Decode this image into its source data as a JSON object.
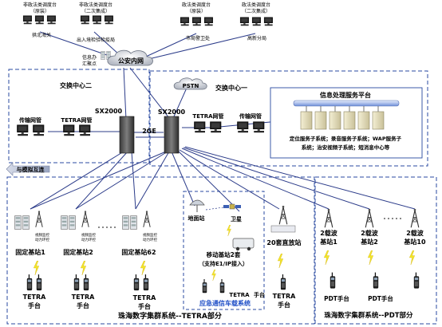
{
  "top_consoles": [
    {
      "line1": "非政法类调度台",
      "line2": "（原装）",
      "caption": "拱北海关"
    },
    {
      "line1": "非政法类调度台",
      "line2": "（二次集成）",
      "caption": "出入境检验检疫局"
    },
    {
      "line1": "政法类调度台",
      "line2": "（原装）",
      "caption": "市局警卫处"
    },
    {
      "line1": "政法类调度台",
      "line2": "（二次集成）",
      "caption": "高新分局"
    }
  ],
  "info_office": {
    "line1": "信息办",
    "line2": "汇聚点"
  },
  "police_net": "公安内网",
  "pstn": "PSTN",
  "exchange2": {
    "title": "交换中心二",
    "transport_nms": "传输网管",
    "tetra_nms": "TETRA网管",
    "switch": "SX2000"
  },
  "exchange1": {
    "title": "交换中心一",
    "switch": "SX2000",
    "tetra_nms": "TETRA网管",
    "transport_nms": "传输网管"
  },
  "link_label": "2GE",
  "info_platform": {
    "title": "信息处理服务平台",
    "desc1": "定位服务子系统；录音服务子系统；WAP服务子",
    "desc2": "系统；治安视频子系统；短消息中心等"
  },
  "analog_interconnect": "与模拟互连",
  "fixed_stations": [
    {
      "label": "固定基站1",
      "video": "视频监控",
      "power": "动力环控"
    },
    {
      "label": "固定基站2",
      "video": "视频监控",
      "power": "动力环控"
    },
    {
      "label": "固定基站62",
      "video": "视频监控",
      "power": "动力环控"
    }
  ],
  "ground_station": "地面站",
  "satellite": "卫星",
  "mobile_station": {
    "line1": "移动基站2套",
    "line2": "（支持E1/IP接入）"
  },
  "emergency_vehicle": "应急通信车载系统",
  "repeater": "20套直放站",
  "pdt_stations": [
    {
      "line1": "2载波",
      "line2": "基站1"
    },
    {
      "line1": "2载波",
      "line2": "基站2"
    },
    {
      "line1": "2载波",
      "line2": "基站10"
    }
  ],
  "tetra_handset": {
    "line1": "TETRA",
    "line2": "手台"
  },
  "pdt_handset": "PDT手台",
  "tetra_section": "珠海数字集群系统--TETRA部分",
  "pdt_section": "珠海数字集群系统--PDT部分"
}
